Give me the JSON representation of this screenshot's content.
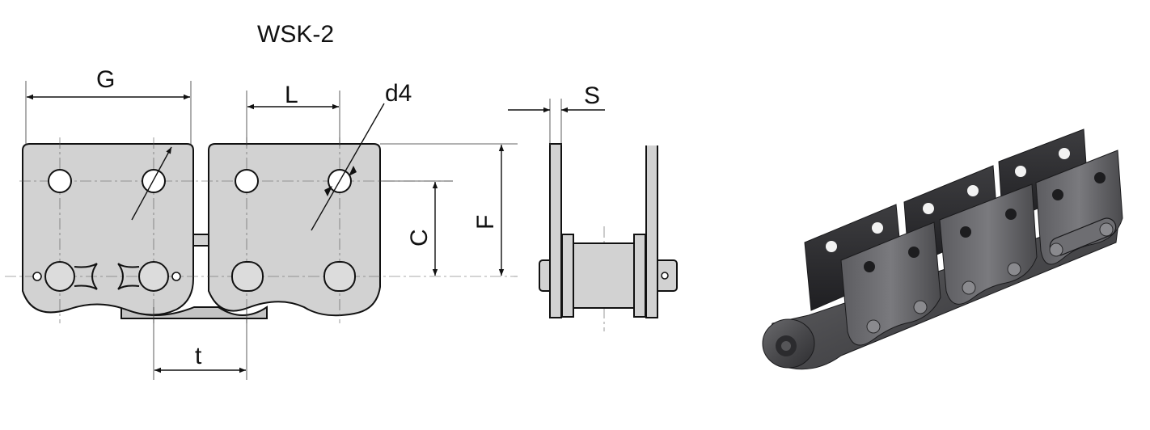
{
  "drawing": {
    "title": "WSK-2",
    "dimension_labels": {
      "g": "G",
      "l": "L",
      "d4": "d4",
      "s": "S",
      "c": "C",
      "f": "F",
      "t": "t"
    }
  },
  "photo": {
    "subject": "roller chain with attachment plates"
  },
  "colors": {
    "plate_fill": "#d2d2d2",
    "line": "#111111",
    "chain_metal": "#4a4a4c"
  }
}
